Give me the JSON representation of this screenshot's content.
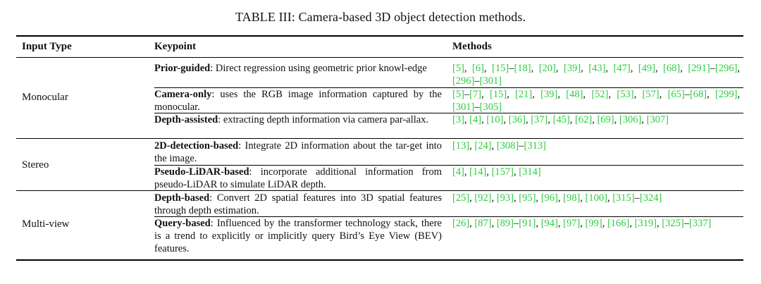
{
  "caption": "TABLE III: Camera-based 3D object detection methods.",
  "headers": {
    "input_type": "Input Type",
    "keypoint": "Keypoint",
    "methods": "Methods"
  },
  "groups": [
    {
      "label": "Monocular",
      "rows": [
        {
          "kp_title": "Prior-guided",
          "kp_text": ": Direct regression using geometric prior knowl-edge",
          "methods": [
            "[5]",
            "[6]",
            "[15]–[18]",
            "[20]",
            "[39]",
            "[43]",
            "[47]",
            "[49]",
            "[68]",
            "[291]–[296]",
            "[296]–[301]"
          ]
        },
        {
          "kp_title": "Camera-only",
          "kp_text": ": uses the RGB image information captured by the monocular.",
          "methods": [
            "[5]–[7]",
            "[15]",
            "[21]",
            "[39]",
            "[48]",
            "[52]",
            "[53]",
            "[57]",
            "[65]–[68]",
            "[299]",
            "[301]–[305]"
          ]
        },
        {
          "kp_title": "Depth-assisted",
          "kp_text": ": extracting depth information via camera par-allax.",
          "methods": [
            "[3]",
            "[4]",
            "[10]",
            "[36]",
            "[37]",
            "[45]",
            "[62]",
            "[69]",
            "[306]",
            "[307]"
          ]
        }
      ]
    },
    {
      "label": "Stereo",
      "rows": [
        {
          "kp_title": "2D-detection-based",
          "kp_text": ": Integrate 2D information about the tar-get into the image.",
          "methods": [
            "[13]",
            "[24]",
            "[308]–[313]"
          ]
        },
        {
          "kp_title": "Pseudo-LiDAR-based",
          "kp_text": ": incorporate additional information from pseudo-LiDAR to simulate LiDAR depth.",
          "methods": [
            "[4]",
            "[14]",
            "[157]",
            "[314]"
          ]
        }
      ]
    },
    {
      "label": "Multi-view",
      "rows": [
        {
          "kp_title": "Depth-based",
          "kp_text": ": Convert 2D spatial features into 3D spatial features through depth estimation.",
          "methods": [
            "[25]",
            "[92]",
            "[93]",
            "[95]",
            "[96]",
            "[98]",
            "[100]",
            "[315]–[324]"
          ]
        },
        {
          "kp_title": "Query-based",
          "kp_text": ": Influenced by the transformer technology stack, there is a trend to explicitly or implicitly query Bird’s Eye View (BEV) features.",
          "methods": [
            "[26]",
            "[87]",
            "[89]–[91]",
            "[94]",
            "[97]",
            "[99]",
            "[166]",
            "[319]",
            "[325]–[337]"
          ]
        }
      ]
    }
  ]
}
